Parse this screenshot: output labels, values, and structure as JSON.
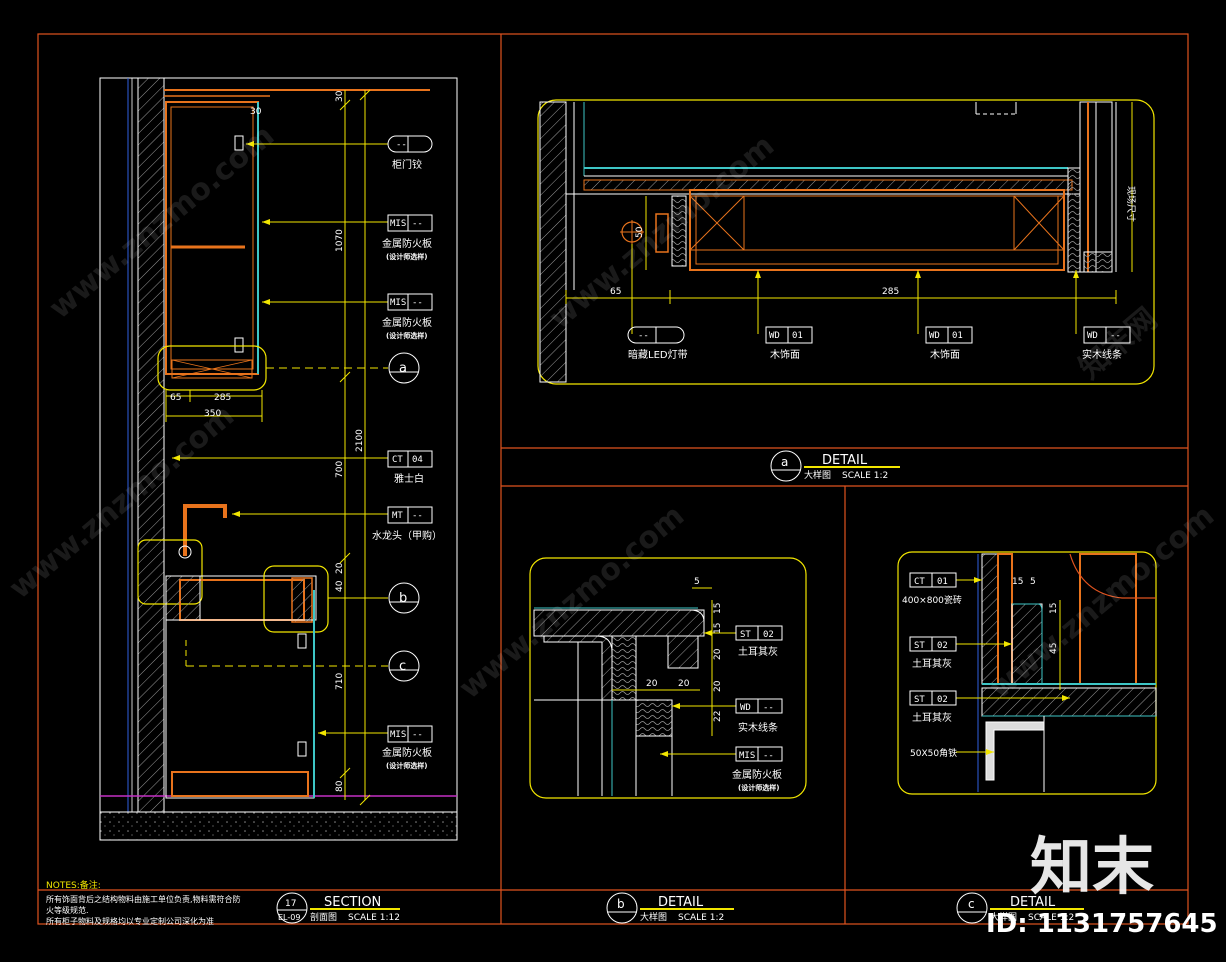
{
  "main_section": {
    "labels": {
      "hinge": "柜门铰",
      "metal_board": "金属防火板",
      "designer_select": "(设计师选样)",
      "white": "雅士白",
      "faucet": "水龙头（甲购）"
    },
    "tags": {
      "mis": "MIS",
      "ct": "CT",
      "ct_no": "04",
      "mt": "MT",
      "blank": "--"
    },
    "dims": {
      "d30": "30",
      "d1070": "1070",
      "d2100": "2100",
      "d700": "700",
      "d710": "710",
      "d80": "80",
      "d65": "65",
      "d285": "285",
      "d350": "350",
      "d20": "20",
      "d40": "40"
    },
    "callouts": {
      "a": "a",
      "b": "b",
      "c": "c"
    },
    "notes_title": "NOTES:备注:",
    "notes": [
      "所有饰面背后之结构物料由施工单位负责,物料需符合防",
      "火等级规范.",
      "所有柜子物料及规格均以专业定制公司深化为准"
    ],
    "title": {
      "num": "17",
      "sheet": "EL-09",
      "name": "SECTION",
      "cn": "剖面图",
      "scale": "SCALE  1:12"
    }
  },
  "detail_a": {
    "labels": {
      "led": "暗藏LED灯带",
      "wood1": "木饰面",
      "wood2": "木饰面",
      "solid_wood": "实木线条",
      "site_size": "现场尺寸"
    },
    "tags": {
      "wd": "WD",
      "wd_no": "01",
      "blank": "--"
    },
    "dims": {
      "d65": "65",
      "d285": "285",
      "d50": "50"
    },
    "title": {
      "letter": "a",
      "name": "DETAIL",
      "cn": "大样图",
      "scale": "SCALE  1:2"
    }
  },
  "detail_b": {
    "labels": {
      "stone": "土耳其灰",
      "solid_wood": "实木线条",
      "metal_board": "金属防火板",
      "designer_select": "(设计师选样)"
    },
    "tags": {
      "st": "ST",
      "st_no": "02",
      "wd": "WD",
      "mis": "MIS",
      "blank": "--"
    },
    "dims": {
      "d5": "5",
      "d15a": "15",
      "d15b": "15",
      "d20a": "20",
      "d20b": "20",
      "d22": "22",
      "d20c": "20",
      "d20d": "20"
    },
    "title": {
      "letter": "b",
      "name": "DETAIL",
      "cn": "大样图",
      "scale": "SCALE  1:2"
    }
  },
  "detail_c": {
    "labels": {
      "tile": "400×800瓷砖",
      "stone1": "土耳其灰",
      "stone2": "土耳其灰",
      "angle": "50X50角铁"
    },
    "tags": {
      "ct": "CT",
      "ct_no": "01",
      "st": "ST",
      "st_no": "02"
    },
    "dims": {
      "d15": "15",
      "d5": "5",
      "d15b": "15",
      "d45": "45"
    },
    "title": {
      "letter": "c",
      "name": "DETAIL",
      "cn": "大样图",
      "scale": "SCALE  1:2"
    }
  },
  "watermark": {
    "logo": "知末",
    "id": "ID: 1131757645",
    "url": "www.znzmo.com",
    "site": "知末网"
  },
  "colors": {
    "background": "#000000",
    "frame": "#e0531f",
    "yellow": "#f2e600",
    "orange": "#e8731c",
    "cyan": "#3ec6c6",
    "white": "#ffffff",
    "magenta": "#c430c4",
    "blue": "#2f5fe0"
  }
}
